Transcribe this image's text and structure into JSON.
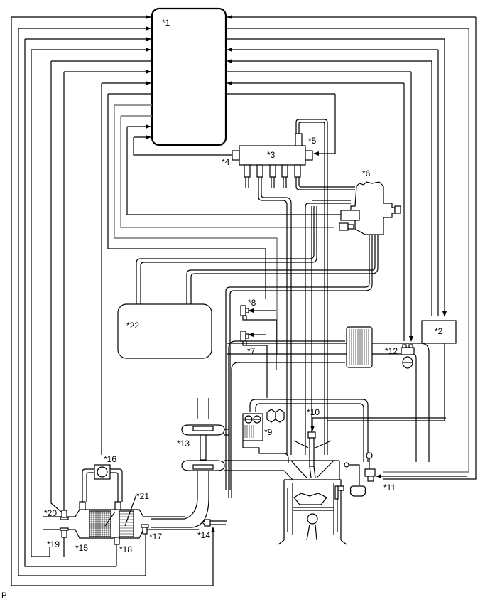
{
  "diagram": {
    "title": "Diesel engine control system diagram",
    "labels": {
      "c1": "*1",
      "c2": "*2",
      "c3": "*3",
      "c4": "*4",
      "c5": "*5",
      "c6": "*6",
      "c7": "*7",
      "c8": "*8",
      "c9": "*9",
      "c10": "*10",
      "c11": "*11",
      "c12": "*12",
      "c13": "*13",
      "c14": "*14",
      "c15": "*15",
      "c16": "*16",
      "c17": "*17",
      "c18": "*18",
      "c19": "*19",
      "c20": "*20",
      "c21": "*21",
      "c22": "*22"
    },
    "footer_code": "P",
    "colors": {
      "line": "#000000",
      "signal_grey": "#777777",
      "background": "#ffffff"
    }
  }
}
